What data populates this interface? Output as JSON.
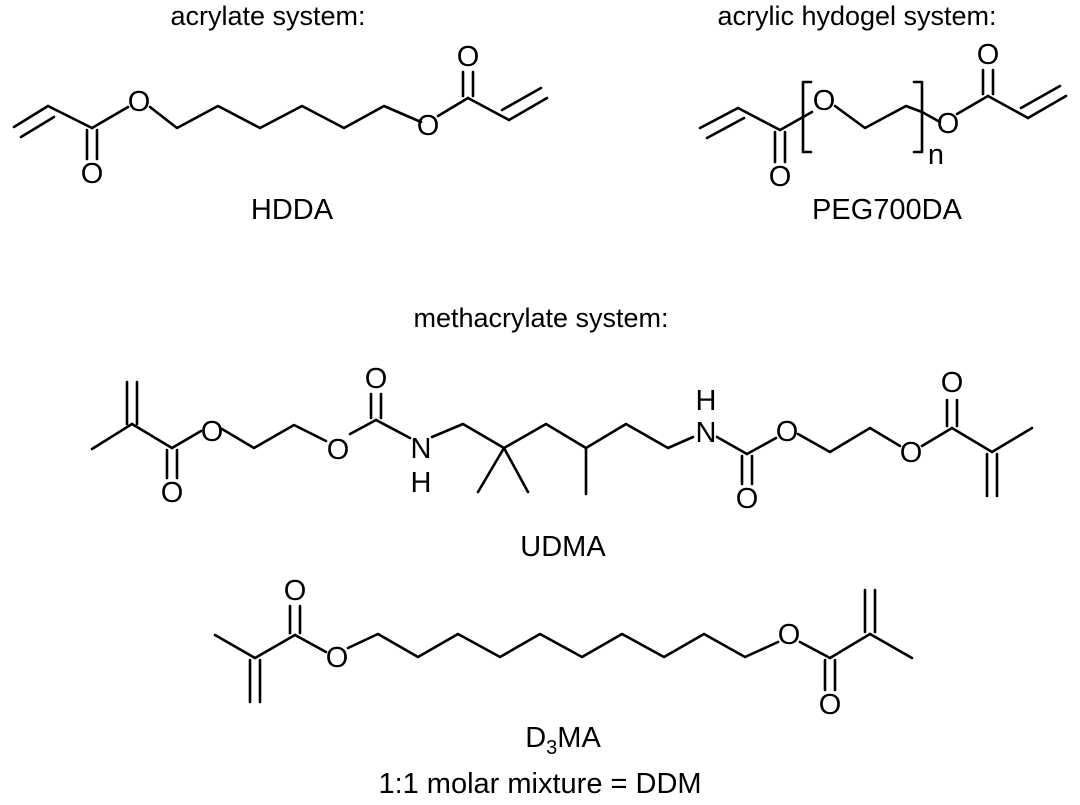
{
  "titles": {
    "acrylate": "acrylate system:",
    "hydrogel": "acrylic hydogel system:",
    "methacrylate": "methacrylate system:"
  },
  "molecules": {
    "hdda": {
      "name": "HDDA",
      "atoms": [
        "O",
        "O",
        "O",
        "O"
      ]
    },
    "peg700da": {
      "name": "PEG700DA",
      "atoms": [
        "O",
        "O",
        "O",
        "O"
      ],
      "repeat": "n"
    },
    "udma": {
      "name": "UDMA",
      "atoms": [
        "O",
        "O",
        "O",
        "N",
        "H",
        "H",
        "N",
        "O",
        "O",
        "O",
        "O"
      ]
    },
    "d3ma": {
      "name_main": "D",
      "name_sub": "3",
      "name_tail": "MA",
      "atoms": [
        "O",
        "O",
        "O",
        "O"
      ]
    }
  },
  "footer": "1:1 molar mixture = DDM"
}
